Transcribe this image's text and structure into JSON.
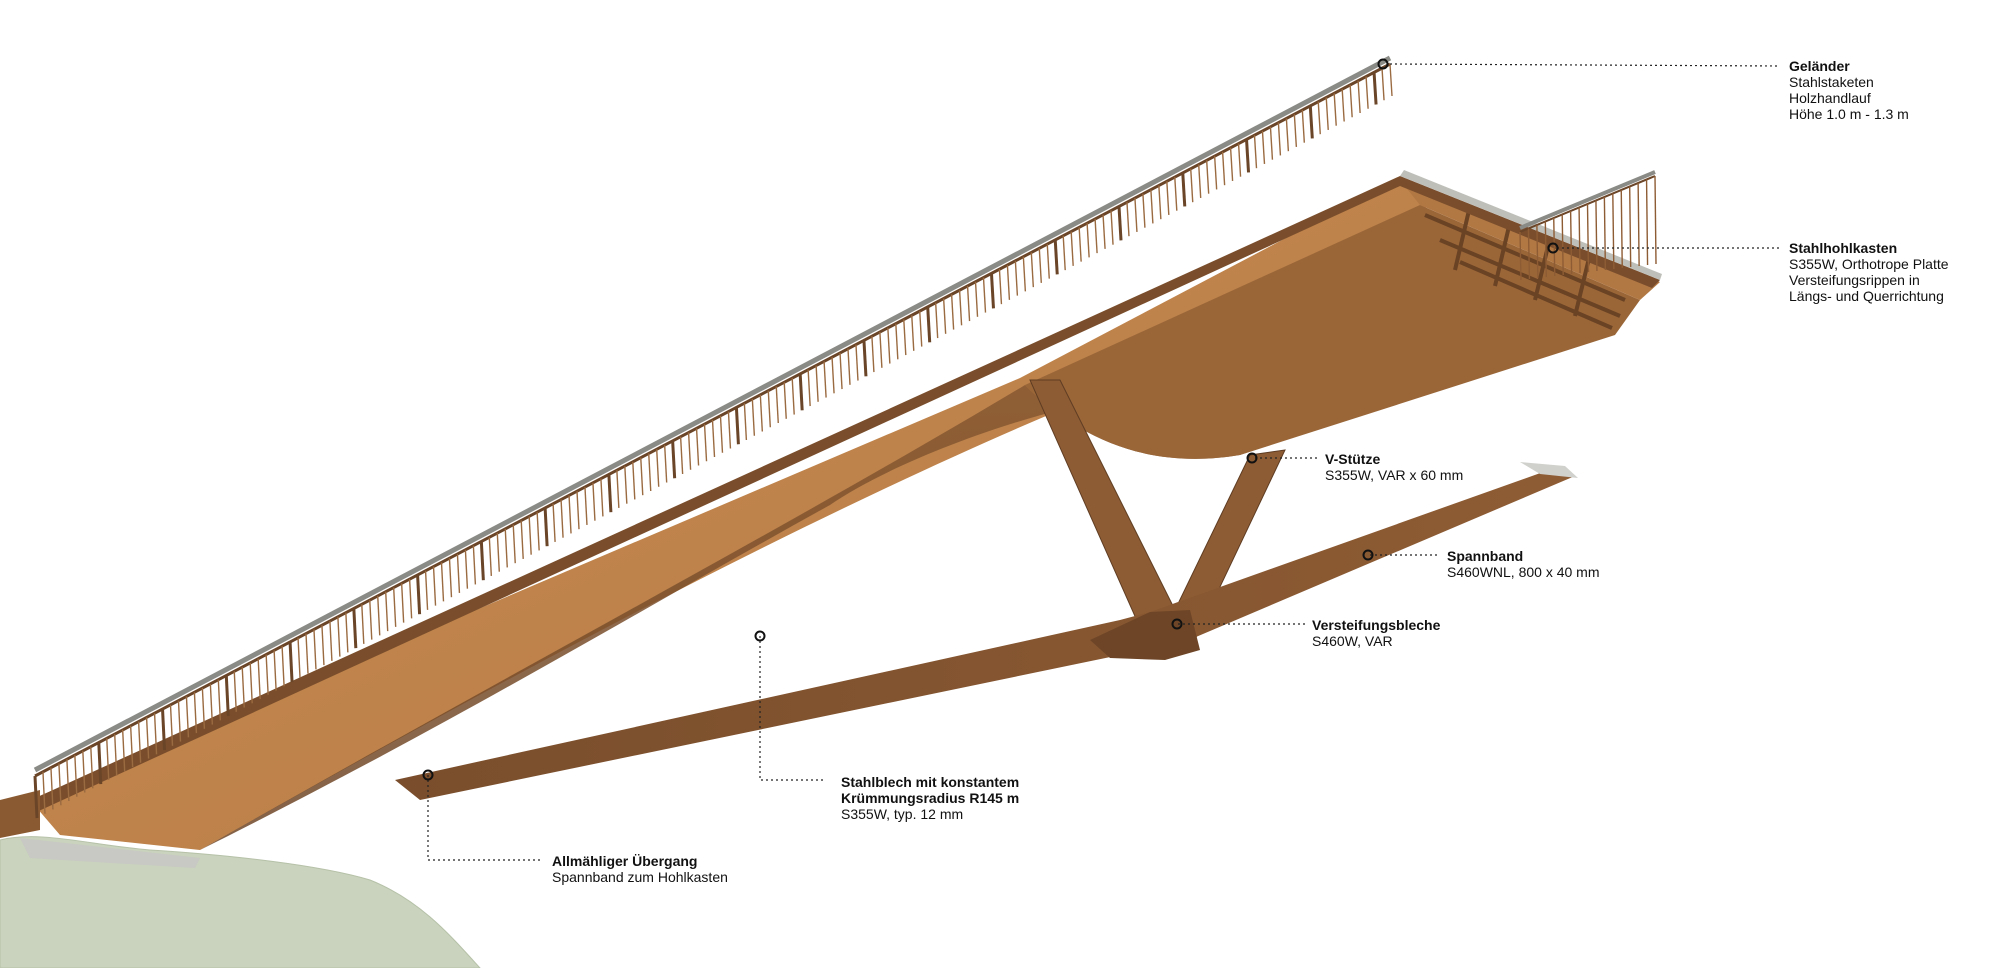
{
  "colors": {
    "steel_light": "#c98c52",
    "steel_mid": "#a8703f",
    "steel_dark": "#7a4e2c",
    "steel_shadow": "#5e3c22",
    "rail_top": "#8a8a86",
    "ground": "#c9d3bd",
    "leader": "#222222"
  },
  "callouts": {
    "gelaender": {
      "title": "Geländer",
      "lines": [
        "Stahlstaketen",
        "Holzhandlauf",
        "Höhe 1.0 m - 1.3 m"
      ]
    },
    "stahlhohlkasten": {
      "title": "Stahlhohlkasten",
      "lines": [
        "S355W, Orthotrope Platte",
        "Versteifungsrippen in",
        "Längs- und Querrichtung"
      ]
    },
    "v_stuetze": {
      "title": "V-Stütze",
      "lines": [
        "S355W, VAR x 60 mm"
      ]
    },
    "spannband": {
      "title": "Spannband",
      "lines": [
        "S460WNL, 800 x 40 mm"
      ]
    },
    "versteifungsbleche": {
      "title": "Versteifungsbleche",
      "lines": [
        "S460W, VAR"
      ]
    },
    "stahlblech": {
      "title": "Stahlblech mit konstantem",
      "title2": "Krümmungsradius R145 m",
      "lines": [
        "S355W, typ. 12 mm"
      ]
    },
    "uebergang": {
      "title": "Allmähliger Übergang",
      "lines": [
        "Spannband zum Hohlkasten"
      ]
    }
  }
}
